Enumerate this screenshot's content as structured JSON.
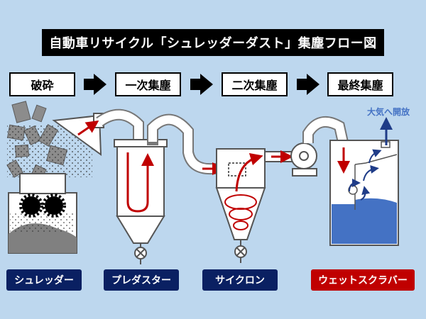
{
  "title": "自動車リサイクル「シュレッダーダスト」集塵フロー図",
  "stages": [
    {
      "label": "破砕"
    },
    {
      "label": "一次集塵"
    },
    {
      "label": "二次集塵"
    },
    {
      "label": "最終集塵"
    }
  ],
  "equipment": [
    {
      "label": "シュレッダー"
    },
    {
      "label": "プレダスター"
    },
    {
      "label": "サイクロン"
    },
    {
      "label": "ウェットスクラバー"
    }
  ],
  "vent_label": "大気へ開放",
  "colors": {
    "background": "#bdd7ee",
    "dark_label": "#0a2062",
    "red_label": "#c00000",
    "arrow_red": "#c00000",
    "arrow_blue": "#1f3c88",
    "water": "#4472c4"
  }
}
